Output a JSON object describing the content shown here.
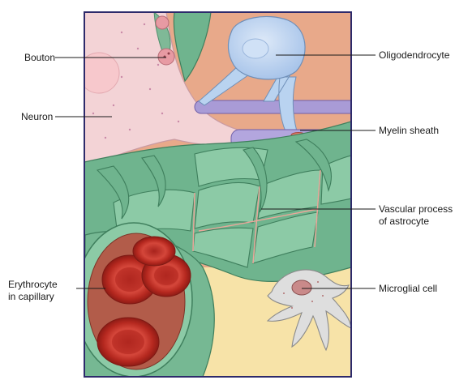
{
  "labels": {
    "bouton": "Bouton",
    "neuron": "Neuron",
    "oligodendrocyte": "Oligodendrocyte",
    "myelin_sheath": "Myelin sheath",
    "vascular_line1": "Vascular process",
    "vascular_line2": "of astrocyte",
    "erythrocyte_line1": "Erythrocyte",
    "erythrocyte_line2": "in capillary",
    "microglial": "Microglial cell"
  },
  "colors": {
    "background": "#e8a98a",
    "neuron": "#f3d3d6",
    "astrocyte": "#6fb48e",
    "astrocyte_light": "#9fd0b0",
    "oligodendrocyte": "#b9d3f0",
    "myelin": "#a99bd6",
    "erythrocyte": "#c9352c",
    "capillary_interior": "#b25c4a",
    "microglia": "#dedede",
    "floor": "#f7e3a8",
    "frame": "#2d2a6b"
  }
}
